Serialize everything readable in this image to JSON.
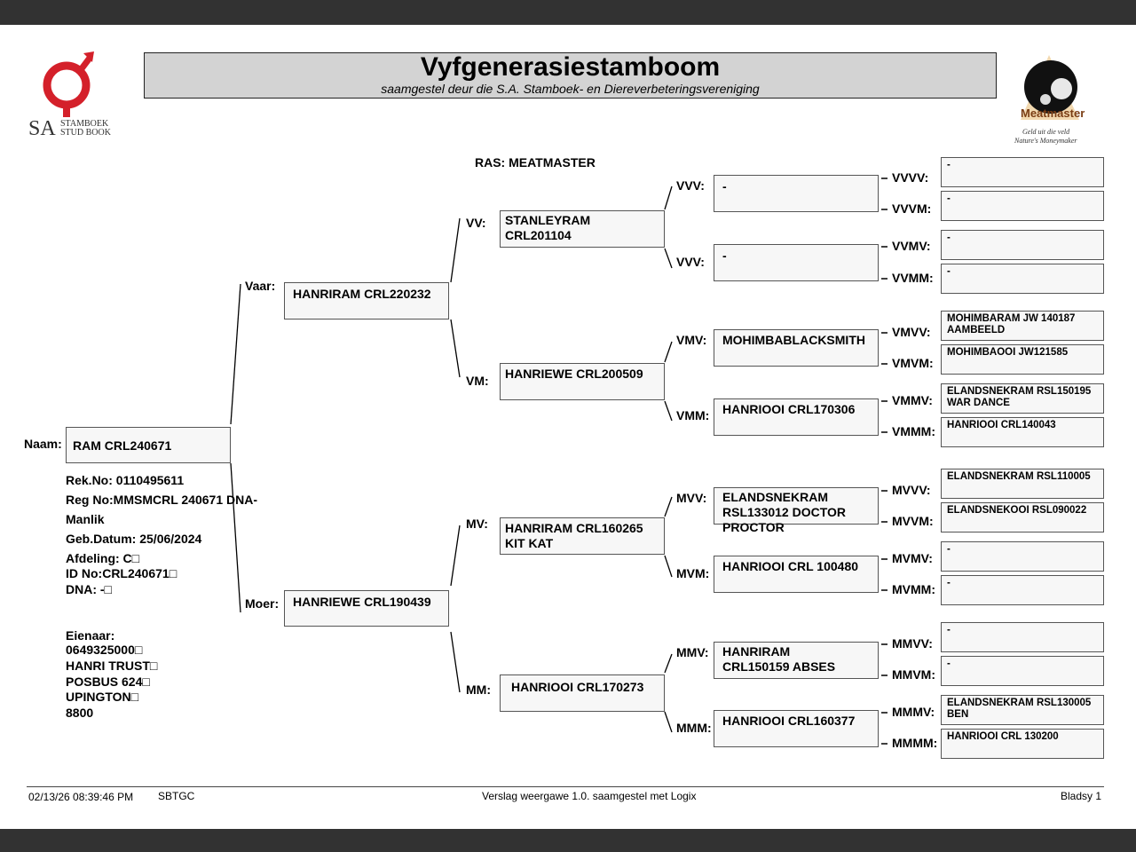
{
  "header": {
    "title": "Vyfgenerasiestamboom",
    "subtitle": "saamgestel deur die S.A. Stamboek- en Diereverbeteringsvereniging",
    "breed": "RAS: MEATMASTER"
  },
  "logo_left": {
    "line1": "STAMBOEK",
    "line2": "STUD BOOK",
    "prefix": "SA"
  },
  "logo_right": {
    "name": "Meatmaster",
    "tag1": "Geld uit die veld",
    "tag2": "Nature's Moneymaker"
  },
  "animal": {
    "name_label": "Naam:",
    "name": "RAM CRL240671",
    "rek_no": "Rek.No: 0110495611",
    "reg_no": "Reg No:MMSMCRL 240671 DNA-",
    "sex": "Manlik",
    "birth": "Geb.Datum: 25/06/2024",
    "afdeling": "Afdeling: C□",
    "id_no": "ID No:CRL240671□",
    "dna": "DNA: -□",
    "owner_label": "Eienaar:",
    "owner_lines": [
      "0649325000□",
      "HANRI TRUST□",
      "POSBUS 624□",
      "UPINGTON□",
      "8800"
    ]
  },
  "gen1": {
    "v": {
      "label": "Vaar:",
      "name": "HANRIRAM CRL220232"
    },
    "m": {
      "label": "Moer:",
      "name": "HANRIEWE CRL190439"
    }
  },
  "gen2": {
    "vv": {
      "label": "VV:",
      "name": "STANLEYRAM\nCRL201104"
    },
    "vm": {
      "label": "VM:",
      "name": "HANRIEWE CRL200509"
    },
    "mv": {
      "label": "MV:",
      "name": "HANRIRAM CRL160265\nKIT KAT"
    },
    "mm": {
      "label": "MM:",
      "name": "HANRIOOI CRL170273"
    }
  },
  "gen3": {
    "vvv": {
      "label": "VVV:",
      "name": "-"
    },
    "vvm": {
      "label": "VVV:",
      "name": "-"
    },
    "vmv": {
      "label": "VMV:",
      "name": "MOHIMBABLACKSMITH"
    },
    "vmm": {
      "label": "VMM:",
      "name": "HANRIOOI CRL170306"
    },
    "mvv": {
      "label": "MVV:",
      "name": "ELANDSNEKRAM\nRSL133012 DOCTOR\nPROCTOR"
    },
    "mvm": {
      "label": "MVM:",
      "name": "HANRIOOI CRL 100480"
    },
    "mmv": {
      "label": "MMV:",
      "name": "HANRIRAM\nCRL150159 ABSES"
    },
    "mmm": {
      "label": "MMM:",
      "name": "HANRIOOI CRL160377"
    }
  },
  "gen4": [
    {
      "label": "VVVV:",
      "name": "-"
    },
    {
      "label": "VVVM:",
      "name": "-"
    },
    {
      "label": "VVMV:",
      "name": "-"
    },
    {
      "label": "VVMM:",
      "name": "-"
    },
    {
      "label": "VMVV:",
      "name": "MOHIMBARAM JW 140187\nAAMBEELD"
    },
    {
      "label": "VMVM:",
      "name": "MOHIMBAOOI JW121585"
    },
    {
      "label": "VMMV:",
      "name": "ELANDSNEKRAM RSL150195\nWAR DANCE"
    },
    {
      "label": "VMMM:",
      "name": "HANRIOOI CRL140043"
    },
    {
      "label": "MVVV:",
      "name": "ELANDSNEKRAM RSL110005"
    },
    {
      "label": "MVVM:",
      "name": "ELANDSNEKOOI RSL090022"
    },
    {
      "label": "MVMV:",
      "name": "-"
    },
    {
      "label": "MVMM:",
      "name": "-"
    },
    {
      "label": "MMVV:",
      "name": "-"
    },
    {
      "label": "MMVM:",
      "name": "-"
    },
    {
      "label": "MMMV:",
      "name": "ELANDSNEKRAM RSL130005\nBEN"
    },
    {
      "label": "MMMM:",
      "name": "HANRIOOI CRL 130200"
    }
  ],
  "footer": {
    "datetime": "02/13/26 08:39:46 PM",
    "code": "SBTGC",
    "report": "Verslag weergawe 1.0. saamgestel met Logix",
    "page": "Bladsy 1"
  },
  "colors": {
    "logo_red": "#d4202a",
    "title_bg": "#d3d3d3",
    "box_bg": "#f7f7f7",
    "bar": "#323232"
  }
}
